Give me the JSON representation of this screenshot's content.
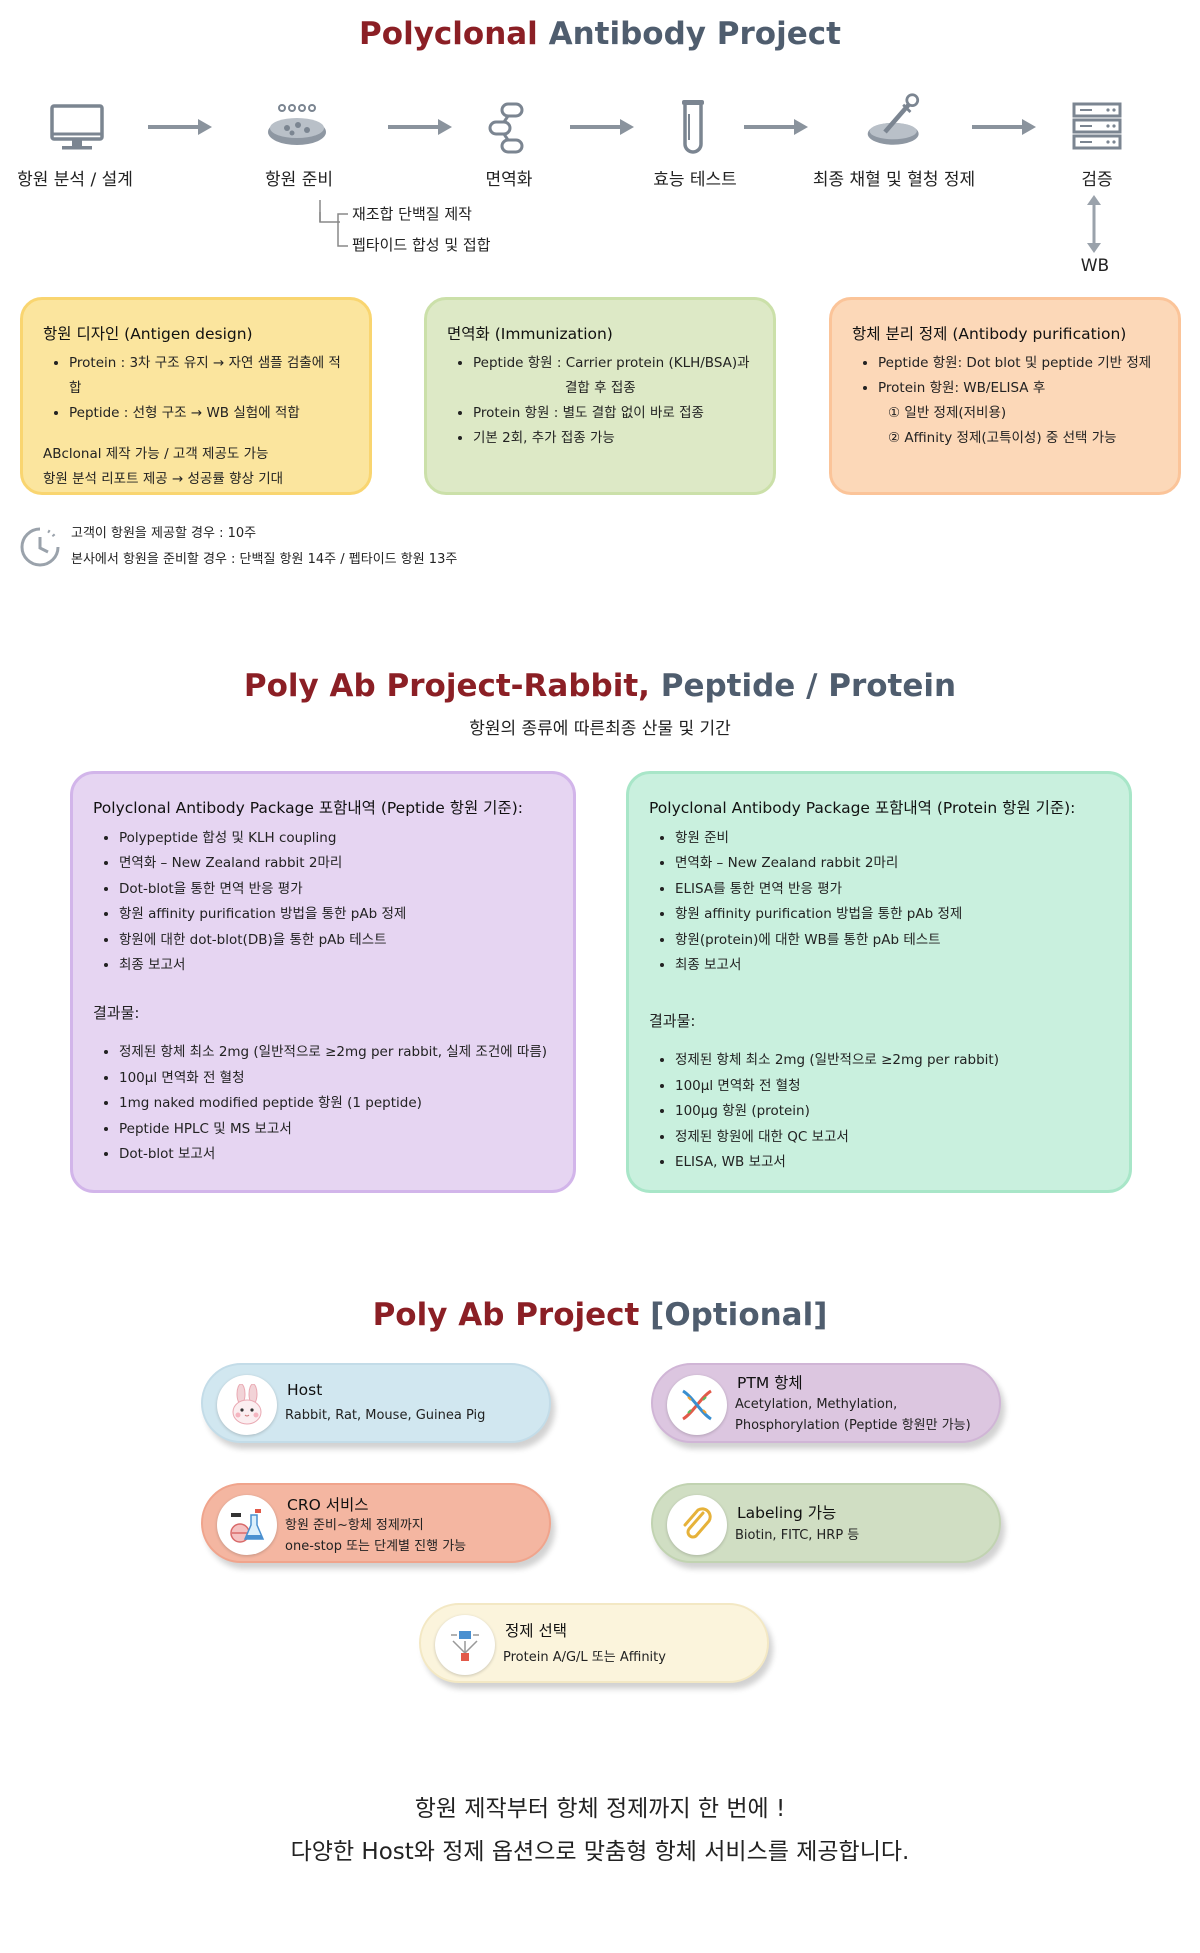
{
  "section1": {
    "title_a": "Polyclonal",
    "title_b": "Antibody Project",
    "steps": [
      {
        "label": "항원 분석 / 설계",
        "icon": "monitor-icon"
      },
      {
        "label": "항원 준비",
        "icon": "petri-dish-icon"
      },
      {
        "label": "면역화",
        "icon": "dna-chain-icon"
      },
      {
        "label": "효능 테스트",
        "icon": "test-tube-icon"
      },
      {
        "label": "최종 채혈 및 혈청 정제",
        "icon": "dropper-dish-icon"
      },
      {
        "label": "검증",
        "icon": "server-rack-icon"
      }
    ],
    "branch": [
      "재조합 단백질 제작",
      "펩타이드 합성 및 접합"
    ],
    "verify_sub": "WB",
    "boxes": {
      "antigen": {
        "title": "항원 디자인 (Antigen design)",
        "items": [
          "Protein : 3차 구조 유지 → 자연 샘플 검출에 적합",
          "Peptide : 선형 구조 → WB 실험에 적합"
        ],
        "notes": [
          "ABclonal 제작 가능 / 고객 제공도 가능",
          "항원 분석 리포트 제공 → 성공률 향상 기대"
        ]
      },
      "immunization": {
        "title": "면역화 (Immunization)",
        "item1_a": "Peptide 항원 : Carrier protein (KLH/BSA)과",
        "item1_b": "결합 후 접종",
        "item2": "Protein 항원 : 별도 결합 없이 바로 접종",
        "item3": "기본 2회, 추가 접종 가능"
      },
      "purification": {
        "title": "항체 분리 정제 (Antibody purification)",
        "item1": "Peptide 항원: Dot blot 및 peptide 기반 정제",
        "item2": "Protein 항원: WB/ELISA 후",
        "sub1": "① 일반 정제(저비용)",
        "sub2": "② Affinity 정제(고특이성) 중 선택 가능"
      }
    },
    "timeline": [
      "고객이 항원을 제공할 경우 : 10주",
      "본사에서 항원을 준비할 경우 : 단백질 항원 14주 / 펩타이드 항원 13주"
    ]
  },
  "section2": {
    "title_a": "Poly Ab Project-Rabbit,",
    "title_b": "Peptide / Protein",
    "subtitle": "항원의 종류에 따른최종 산물 및 기간",
    "peptide": {
      "title": "Polyclonal Antibody Package 포함내역 (Peptide 항원 기준):",
      "items": [
        "Polypeptide 합성 및 KLH coupling",
        "면역화 – New Zealand rabbit 2마리",
        "Dot-blot을 통한 면역 반응 평가",
        "항원 affinity purification 방법을 통한 pAb 정제",
        "항원에 대한 dot-blot(DB)을 통한 pAb 테스트",
        "최종 보고서"
      ],
      "result_label": "결과물:",
      "results": [
        "정제된 항체 최소 2mg (일반적으로 ≥2mg per rabbit, 실제 조건에 따름)",
        "100μl 면역화 전 혈청",
        "1mg naked modified peptide 항원 (1 peptide)",
        "Peptide HPLC 및 MS 보고서",
        "Dot-blot 보고서"
      ]
    },
    "protein": {
      "title": "Polyclonal Antibody Package 포함내역 (Protein 항원 기준):",
      "items": [
        "항원 준비",
        "면역화 – New Zealand rabbit 2마리",
        "ELISA를 통한 면역 반응 평가",
        "항원 affinity purification 방법을 통한 pAb 정제",
        "항원(protein)에 대한 WB를 통한 pAb 테스트",
        "최종 보고서"
      ],
      "result_label": "결과물:",
      "results": [
        "정제된 항체 최소 2mg (일반적으로 ≥2mg per rabbit)",
        "100μl 면역화 전 혈청",
        "100μg 항원 (protein)",
        "정제된 항원에 대한 QC 보고서",
        "ELISA, WB 보고서"
      ]
    }
  },
  "section3": {
    "title_a": "Poly Ab Project",
    "title_b": "[Optional]",
    "options": [
      {
        "title": "Host",
        "desc1": "Rabbit, Rat, Mouse, Guinea Pig",
        "desc2": "",
        "icon": "rabbit-icon",
        "color": "#d1e7f0"
      },
      {
        "title": "PTM 항체",
        "desc1": "Acetylation, Methylation,",
        "desc2": "Phosphorylation (Peptide 항원만 가능)",
        "icon": "dna-helix-icon",
        "color": "#dcc6e0"
      },
      {
        "title": "CRO 서비스",
        "desc1": "항원 준비~항체 정제까지",
        "desc2": "one-stop 또는 단계별 진행 가능",
        "icon": "lab-flask-icon",
        "color": "#f4b6a1"
      },
      {
        "title": "Labeling 가능",
        "desc1": "Biotin, FITC, HRP 등",
        "desc2": "",
        "icon": "paperclip-icon",
        "color": "#d0dec3"
      },
      {
        "title": "정제 선택",
        "desc1": "Protein A/G/L 또는 Affinity",
        "desc2": "",
        "icon": "filter-funnel-icon",
        "color": "#fbf4dc"
      }
    ]
  },
  "closing": [
    "항원 제작부터 항체 정제까지 한 번에 !",
    "다양한 Host와 정제 옵션으로 맞춤형 항체 서비스를 제공합니다."
  ]
}
